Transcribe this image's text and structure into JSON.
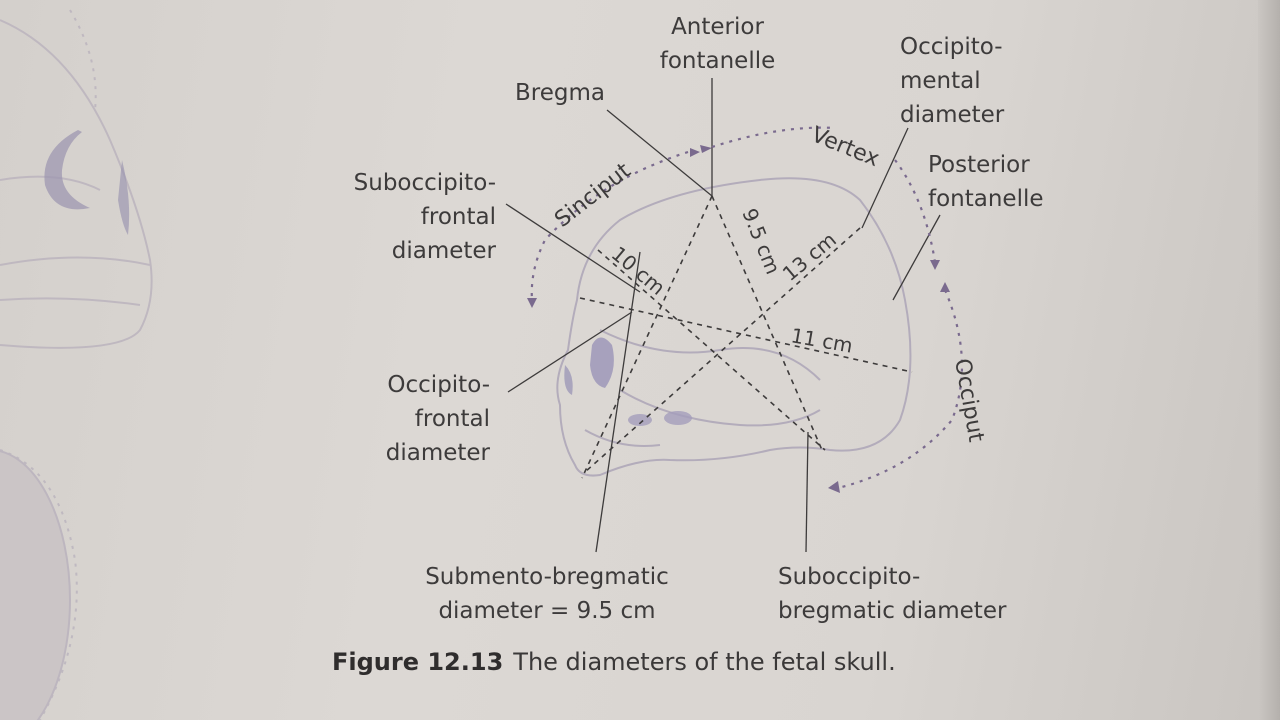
{
  "labels": {
    "anterior_fontanelle": "Anterior\nfontanelle",
    "occipito_mental": "Occipito-\nmental\ndiameter",
    "bregma": "Bregma",
    "posterior_fontanelle": "Posterior\nfontanelle",
    "suboccipito_frontal": "Suboccipito-\nfrontal\ndiameter",
    "occipito_frontal": "Occipito-\nfrontal\ndiameter",
    "submento_bregmatic": "Submento-bregmatic\ndiameter = 9.5 cm",
    "suboccipito_bregmatic": "Suboccipito-\nbregmatic diameter"
  },
  "regions": {
    "sinciput": "Sinciput",
    "vertex": "Vertex",
    "occiput": "Occiput"
  },
  "measurements": {
    "m10": "10 cm",
    "m95": "9.5 cm",
    "m13": "13 cm",
    "m11": "11 cm"
  },
  "caption": {
    "number": "Figure 12.13",
    "text": "The diameters of the fetal skull."
  },
  "colors": {
    "ink": "#3d3b3b",
    "arrow_purple": "#7a6a8e",
    "skull_outline": "#b3acbb",
    "eye_fill": "#9e98b8"
  }
}
